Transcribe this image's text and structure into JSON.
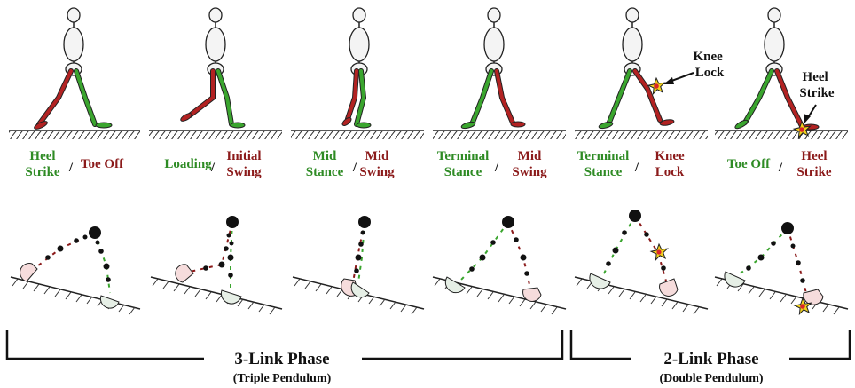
{
  "phases": [
    {
      "stance": "Heel Strike",
      "swing": "Toe Off"
    },
    {
      "stance": "Loading",
      "swing": "Initial Swing"
    },
    {
      "stance": "Mid Stance",
      "swing": "Mid Swing"
    },
    {
      "stance": "Terminal Stance",
      "swing": "Mid Swing"
    },
    {
      "stance": "Terminal Stance",
      "swing": "Knee Lock"
    },
    {
      "stance": "Toe Off",
      "swing": "Heel Strike"
    }
  ],
  "separator": "/",
  "callouts": {
    "knee_lock": "Knee Lock",
    "heel_strike": "Heel Strike"
  },
  "brackets": {
    "three_link": {
      "title": "3-Link Phase",
      "subtitle": "(Triple Pendulum)"
    },
    "two_link": {
      "title": "2-Link Phase",
      "subtitle": "(Double Pendulum)"
    }
  },
  "colors": {
    "stance_leg": "#3aa52e",
    "swing_leg": "#b22222",
    "stance_text": "#2e8b24",
    "swing_text": "#8b1a1a",
    "foot_stance": "#e6efe6",
    "foot_swing": "#f6dcdc",
    "star_outer": "#f2d21c",
    "star_inner": "#d9262a"
  }
}
